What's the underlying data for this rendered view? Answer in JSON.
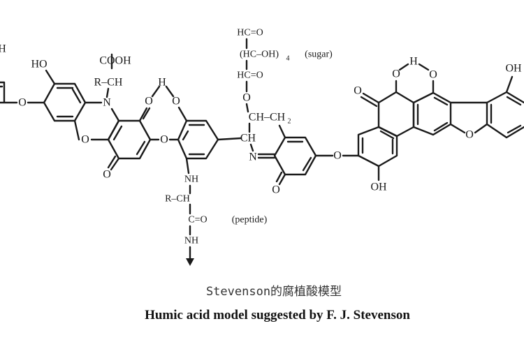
{
  "structure": {
    "labels": {
      "edge_h": "H",
      "ho_left": "HO",
      "o_link1": "O",
      "cooh": "COOH",
      "r_ch_top": "R–CH",
      "n_ring": "N",
      "o_ring": "O",
      "o_keto_top": "O",
      "o_keto_bottom": "O",
      "h_bond1": "H",
      "o_hbond_left": "O",
      "o_hbond_right": "O",
      "o_link2": "O",
      "sugar_hco_top": "HC=O",
      "sugar_hcoh": "(HC–OH)",
      "sugar_sub": "4",
      "sugar_note": "(sugar)",
      "sugar_hco_bottom": "HC=O",
      "sugar_o": "O",
      "ch_ch2": "CH–CH",
      "ch2_sub": "2",
      "ch_mid": "CH",
      "n_imine": "N",
      "o_quinone": "O",
      "nh_top": "NH",
      "r_ch_peptide": "R–CH",
      "c_o_peptide": "C=O",
      "peptide_note": "(peptide)",
      "nh_bottom": "NH",
      "o_link3": "O",
      "oh_bottom": "OH",
      "o_keto_a": "O",
      "o_keto_b": "O",
      "h_bond2": "H",
      "o_hbond2": "O",
      "o_furan": "O",
      "oh_right": "OH"
    }
  },
  "caption": {
    "chinese": "Stevenson的腐植酸模型",
    "english": "Humic acid model suggested by F. J. Stevenson"
  }
}
